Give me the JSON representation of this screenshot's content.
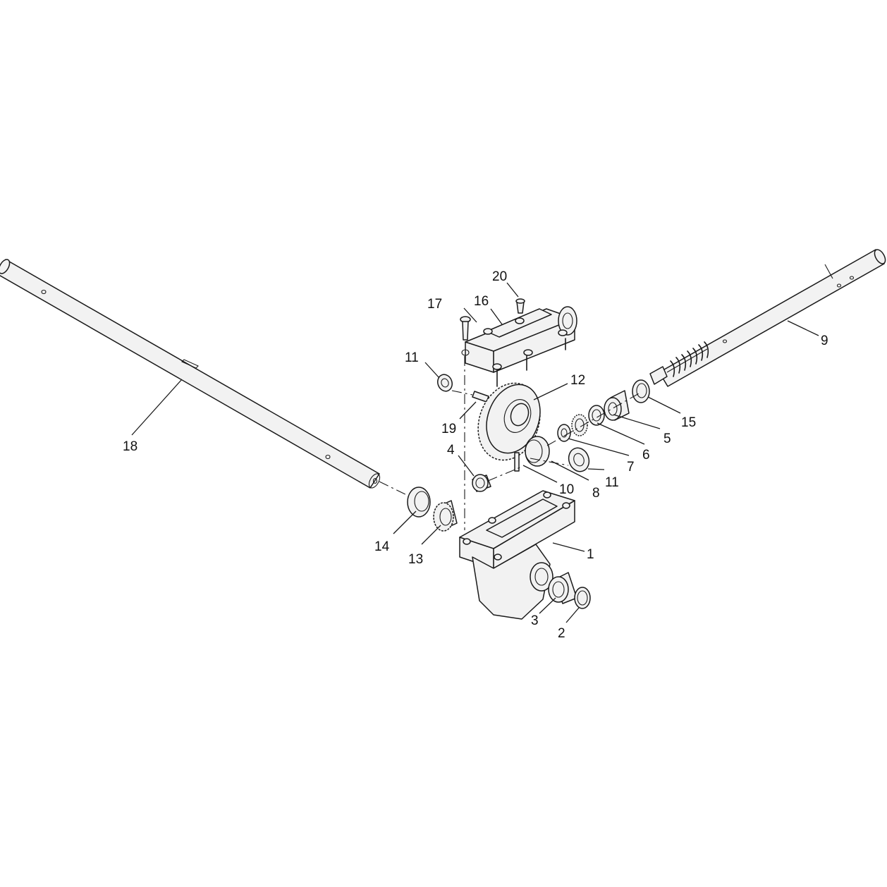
{
  "callouts": {
    "c1": "1",
    "c2": "2",
    "c3": "3",
    "c4": "4",
    "c5": "5",
    "c6": "6",
    "c7": "7",
    "c8": "8",
    "c9": "9",
    "c10": "10",
    "c11a": "11",
    "c11b": "11",
    "c12": "12",
    "c13": "13",
    "c14": "14",
    "c15": "15",
    "c16": "16",
    "c17": "17",
    "c18": "18",
    "c19": "19",
    "c20": "20"
  }
}
